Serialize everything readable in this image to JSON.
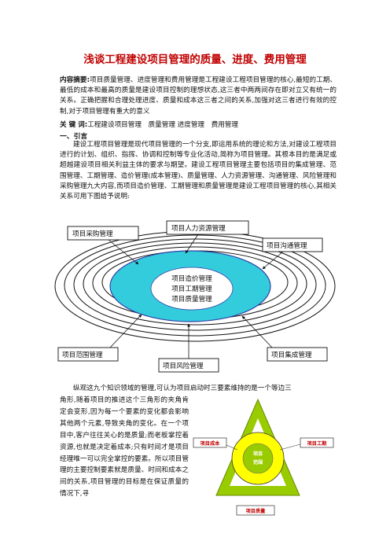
{
  "title": "浅谈工程建设项目管理的质量、进度、费用管理",
  "abstract": {
    "label": "内容摘要:",
    "text": "项目质量管理、进度管理和费用管理是工程建设工程项目管理的核心,最短的工期、最低的成本和最高的质量是建设项目控制的理想状态,这三者中两两间存在即对立又有统一的关系。正确把握和合理处理进度、质量和成本这三者之间的关系,加强对这三者进行有效的控制,对于项目管理有重大的意义"
  },
  "keywords": {
    "label": "关 键 词:",
    "text": "工程建设项目管理　质量管理  进度管理　费用管理"
  },
  "section1": {
    "heading": "一、引言",
    "text": "建设工程项目管理是现代项目管理的一个分支,即运用系统的理论和方法,对建设工程项目进行的计划、组织、指挥、协调和控制等专业化活动,简称为项目管理。其根本目的是满足或超越建设项目相关利益主体的要求与期望。建设工程项目管理主要包括项目的集成管理、范围管理、工期管理、造价管理(成本管理)、质量管理、人力资源管理、沟通管理、风险管理和采购管理九大内容,而项目造价管理、工期管理和质量管理是建设工程项目管理的核心,其相关关系可用下图给予说明:"
  },
  "diagram": {
    "boxes": {
      "procurement": "项目采购管理",
      "human_resources": "项目人力资源管理",
      "communication": "项目沟通管理",
      "scope": "项目范围管理",
      "integration": "项目集成管理",
      "risk": "项目风险管理"
    },
    "core": [
      "项目造价管理",
      "项目工期管理",
      "项目质量管理"
    ],
    "colors": {
      "core_fill": "#33ccdd",
      "core_border": "#3344aa",
      "inner_fill": "#ffffff"
    }
  },
  "section2": {
    "line1": "纵观这九个知识领域的管理,可认为项目启动时三要素维持的是一个等边三",
    "side_text": "角形,随着项目的推进这个三角形的夹角肯定会变形,因为每一个要素的变化都会影响其他两个元素,导致夹角的变化。在一个项目中,客户往往关心的是质量;而老板掌控着资源,也就是决定着成本;只有时间才是项目经理唯一可以完全掌控的要素。所以项目管理的主要控制要素就是质量、时间和成本之间的关系,项目管理的目标是在保证质量的情况下,寻"
  },
  "triangle": {
    "cost": "项目成本",
    "schedule": "项目工期",
    "quality": "项目质量",
    "center": [
      "项目",
      "范围"
    ],
    "colors": {
      "triangle": "#99cc00",
      "circle": "#ffff00",
      "labels": "#c00000"
    }
  }
}
